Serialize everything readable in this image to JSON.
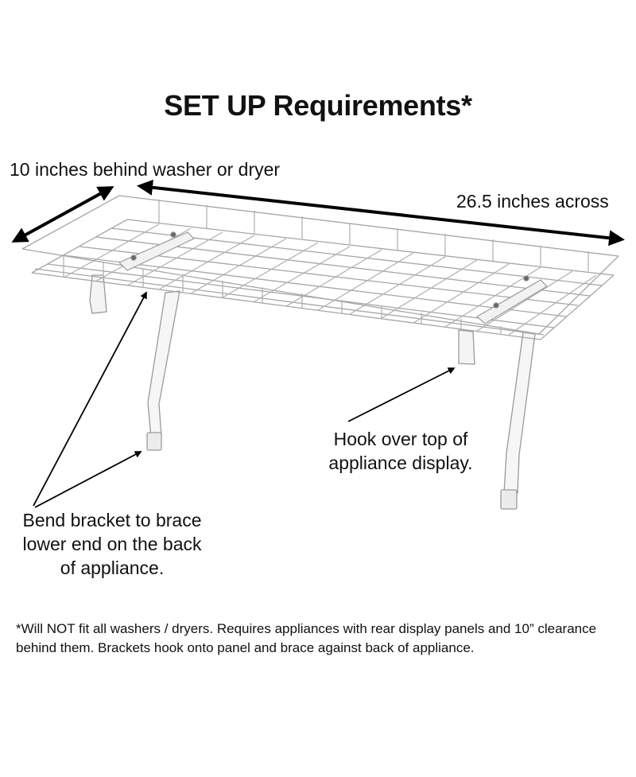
{
  "title": "SET UP Requirements*",
  "labels": {
    "depth": "10 inches behind washer or dryer",
    "width": "26.5 inches across",
    "hook_line1": "Hook over top of",
    "hook_line2": "appliance display.",
    "bend_line1": "Bend bracket to brace",
    "bend_line2": "lower end on the back",
    "bend_line3": "of appliance."
  },
  "footnote": "*Will NOT fit all washers / dryers.  Requires appliances with rear display panels and 10” clearance behind them.  Brackets hook onto panel and brace against back of appliance."
}
